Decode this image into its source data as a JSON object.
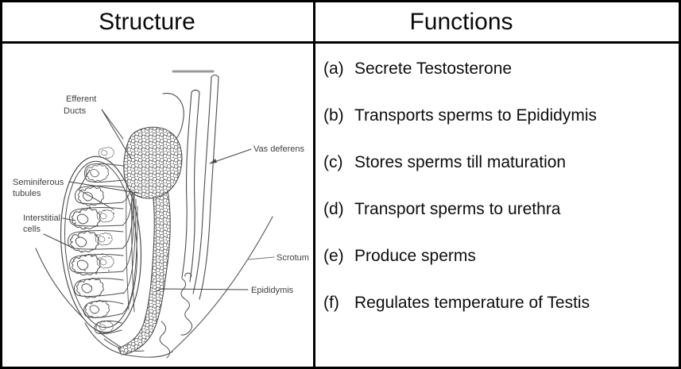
{
  "header": {
    "structure": "Structure",
    "functions": "Functions"
  },
  "functions_list": {
    "items": [
      {
        "label": "(a)",
        "text": "Secrete Testosterone"
      },
      {
        "label": "(b)",
        "text": "Transports sperms to Epididymis"
      },
      {
        "label": "(c)",
        "text": "Stores sperms till maturation"
      },
      {
        "label": "(d)",
        "text": "Transport sperms to urethra"
      },
      {
        "label": "(e)",
        "text": "Produce sperms"
      },
      {
        "label": "(f)",
        "text": "Regulates temperature of Testis"
      }
    ]
  },
  "diagram": {
    "labels": {
      "efferent_line1": "Efferent",
      "efferent_line2": "Ducts",
      "vas_deferens": "Vas deferens",
      "seminiferous_line1": "Seminiferous",
      "seminiferous_line2": "tubules",
      "interstitial_line1": "Interstitial",
      "interstitial_line2": "cells",
      "scrotum": "Scrotum",
      "epididymis": "Epididymis"
    }
  },
  "colors": {
    "border": "#000000",
    "text": "#0d0d0d",
    "diagram_line": "#4d4d4d",
    "diagram_label": "#3f3f3f"
  }
}
